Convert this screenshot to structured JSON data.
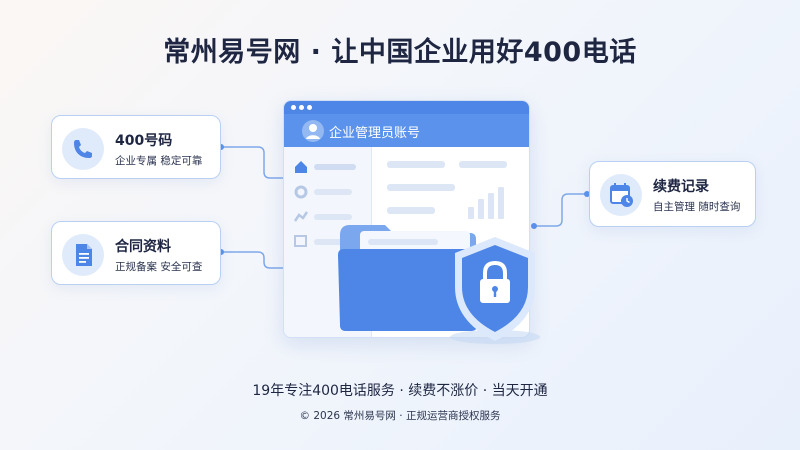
{
  "title": "常州易号网 · 让中国企业用好400电话",
  "cards": {
    "number": {
      "title": "400号码",
      "subtitle": "企业专属   稳定可靠",
      "icon": "phone-icon"
    },
    "docs": {
      "title": "合同资料",
      "subtitle": "正规备案   安全可查",
      "icon": "document-icon"
    },
    "renewal": {
      "title": "续费记录",
      "subtitle": "自主管理   随时查询",
      "icon": "calendar-clock-icon"
    }
  },
  "window": {
    "header_label": "企业管理员账号",
    "sidebar_icons": [
      "home-icon",
      "gear-icon",
      "chart-icon",
      "list-icon"
    ],
    "illustration": [
      "folder-icon",
      "shield-lock-icon",
      "bar-chart-icon"
    ]
  },
  "footer": {
    "line1": "19年专注400电话服务  ·  续费不涨价  ·  当天开通",
    "line2": "© 2026 常州易号网  ·  正规运营商授权服务"
  },
  "colors": {
    "accent": "#4d86e6",
    "accent_light": "#dfeafb",
    "border": "#b9d0f3",
    "text_dark": "#1e2642"
  }
}
